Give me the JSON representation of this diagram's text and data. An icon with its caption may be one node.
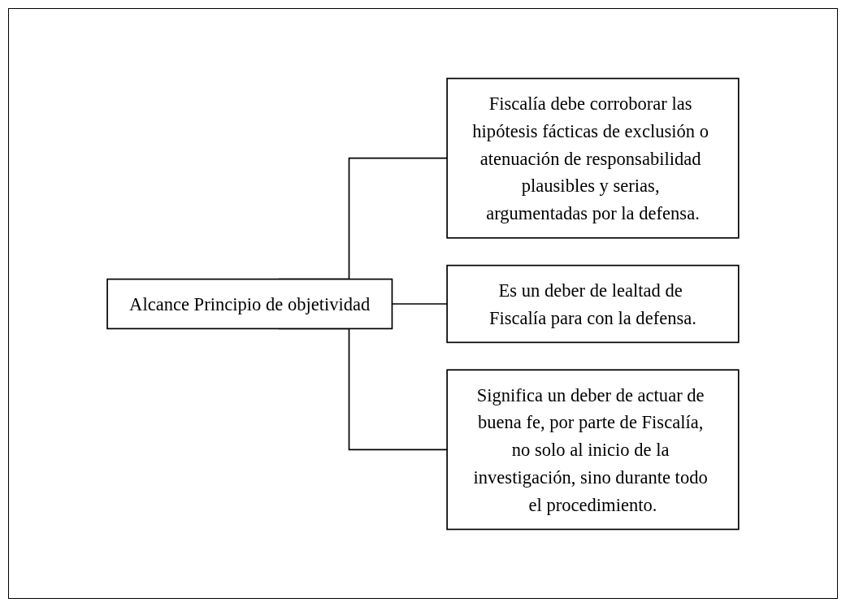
{
  "diagram": {
    "nodes": [
      {
        "text": [
          "Alcance Principio de objetividad"
        ]
      },
      {
        "text": [
          "Fiscalía debe corroborar las hipótesis fácticas de exclusión o atenuación de responsabilidad plausibles y serias, argumentadas por la defensa."
        ]
      },
      {
        "text": [
          "Es un deber de lealtad de Fiscalía para con la defensa."
        ]
      },
      {
        "text": [
          "Significa un deber de actuar de buena fe, por parte de Fiscalía, no solo al inicio de la investigación, sino durante todo el procedimiento."
        ]
      }
    ],
    "edges": [
      {
        "from": 0,
        "to": 1,
        "arrow": "none"
      },
      {
        "from": 0,
        "to": 2,
        "arrow": "none"
      },
      {
        "from": 0,
        "to": 3,
        "arrow": "none"
      }
    ]
  }
}
